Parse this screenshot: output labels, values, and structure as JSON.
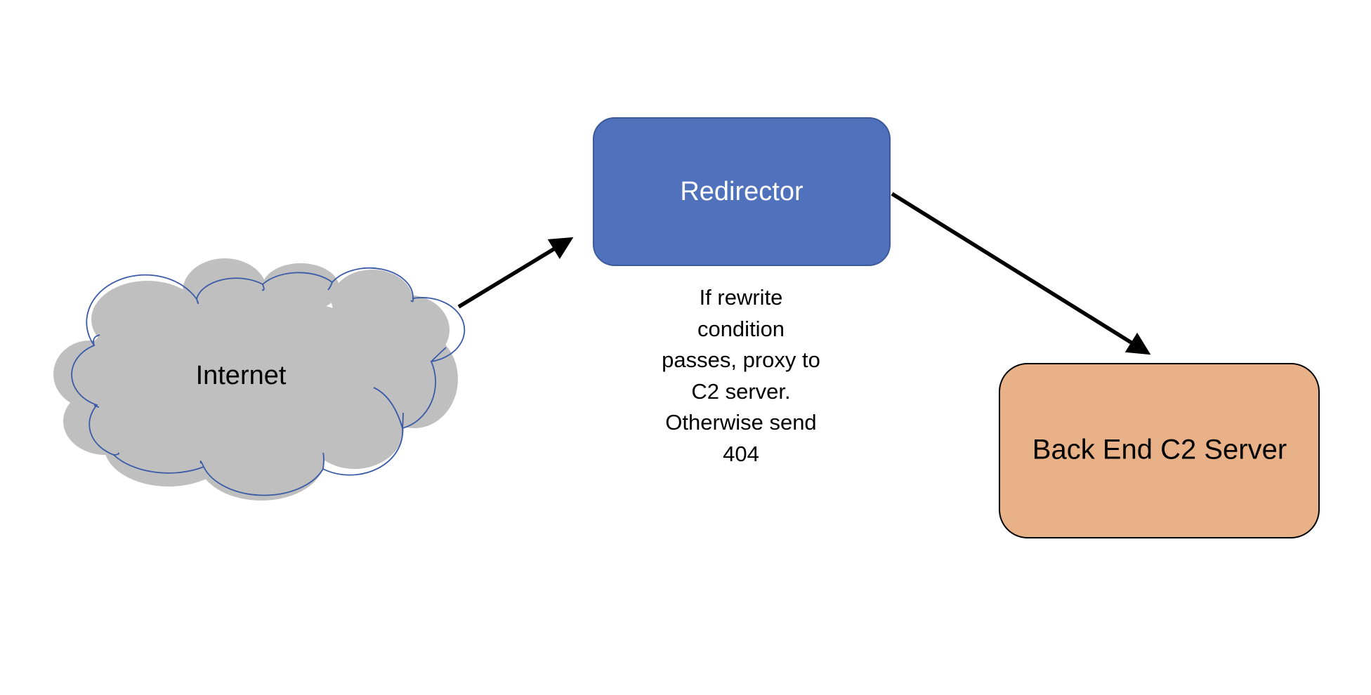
{
  "nodes": {
    "internet": {
      "label": "Internet",
      "fill": "#bfbfbf",
      "stroke": "#3a5aa8"
    },
    "redirector": {
      "label": "Redirector",
      "fill": "#5072bd",
      "stroke": "#3b5a9a",
      "text_color": "#ffffff"
    },
    "backend": {
      "label": "Back End C2 Server",
      "fill": "#e8b187",
      "stroke": "#000000"
    }
  },
  "note": {
    "lines": [
      "If rewrite",
      "condition",
      "passes, proxy to",
      "C2 server.",
      "Otherwise send",
      "404"
    ]
  },
  "edges": [
    {
      "from": "internet",
      "to": "redirector",
      "color": "#000000"
    },
    {
      "from": "redirector",
      "to": "backend",
      "color": "#000000"
    }
  ]
}
